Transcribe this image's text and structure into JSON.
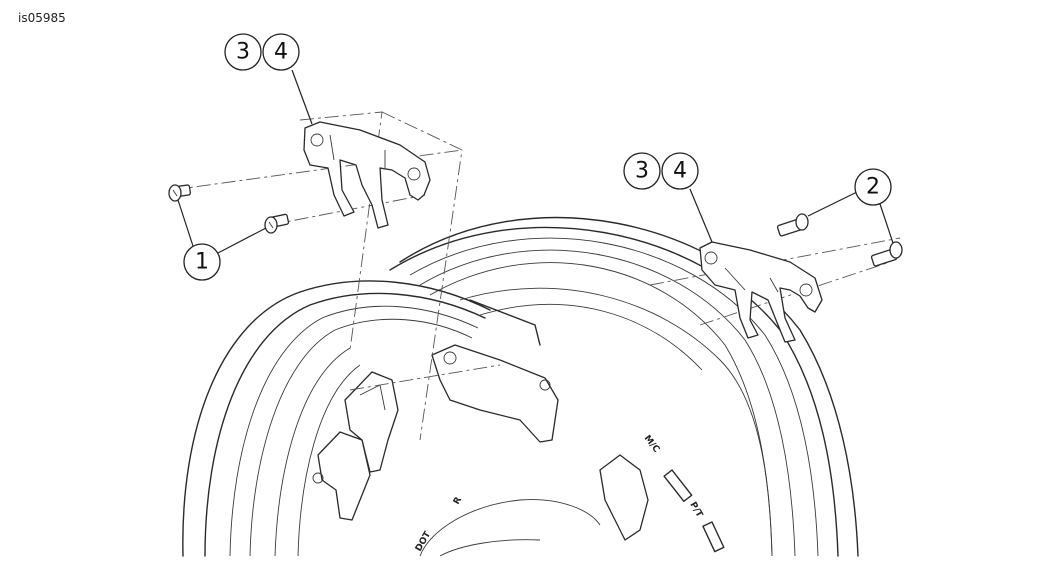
{
  "figure_id": "is05985",
  "callouts": {
    "left_3": "3",
    "left_4": "4",
    "right_3": "3",
    "right_4": "4",
    "screws_left": "1",
    "screws_right": "2"
  },
  "rim_markings": {
    "mc": "M/C",
    "pt": "P/T",
    "r": "R",
    "dot": "DOT"
  }
}
